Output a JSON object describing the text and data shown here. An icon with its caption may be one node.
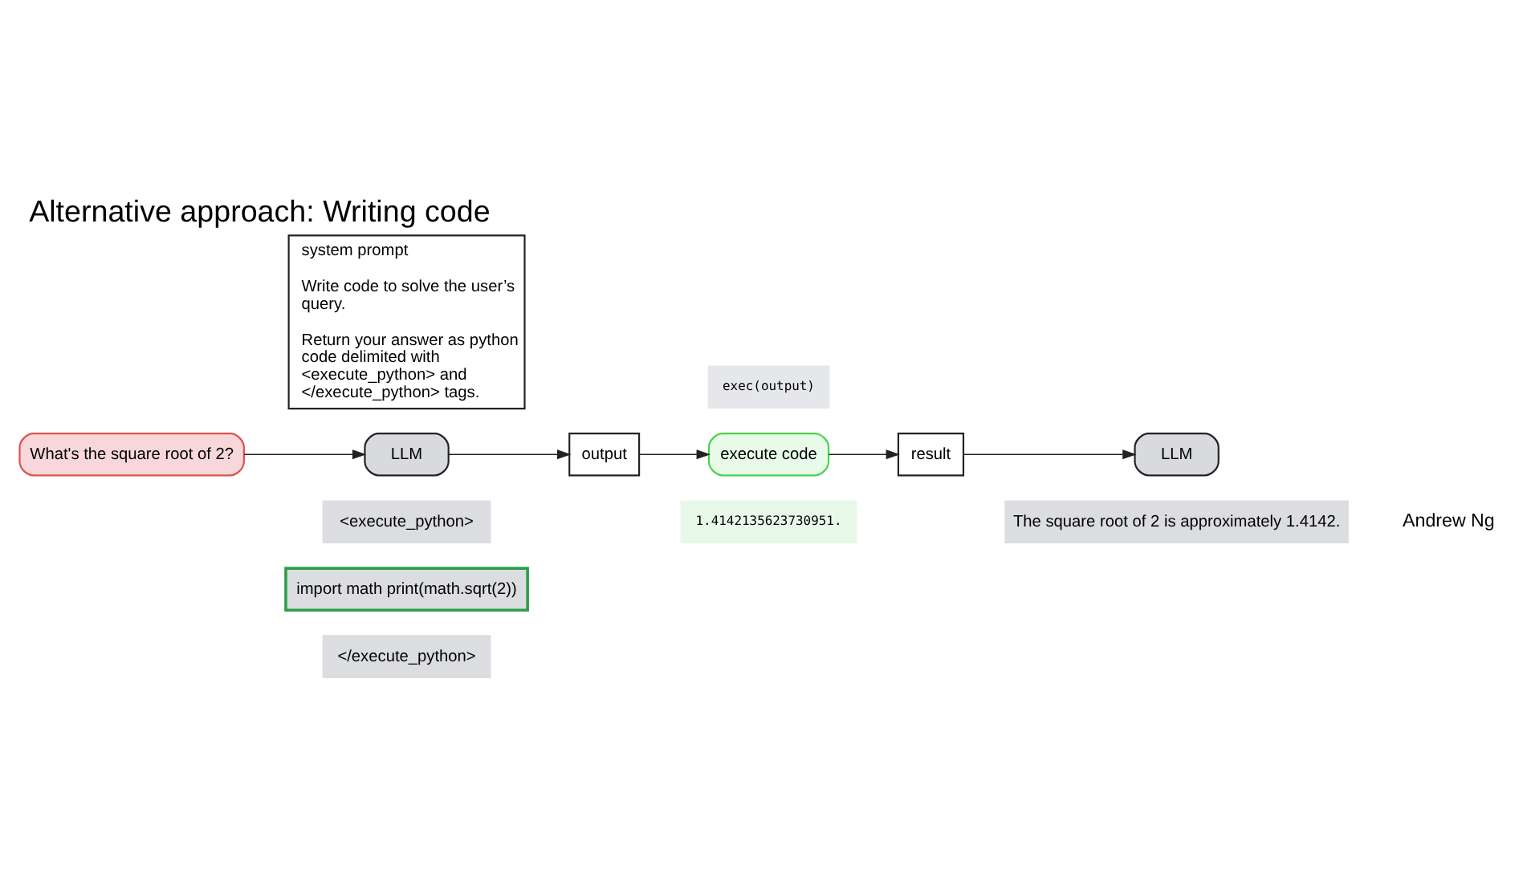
{
  "diagram": {
    "title": "Alternative approach: Writing code",
    "nodes": [
      {
        "text": [
          "system prompt",
          "Write code to solve the user’s query.",
          "Return your answer as python code delimited with <execute_python> and </execute_python> tags."
        ]
      },
      {
        "text": [
          "What's the square root of 2?"
        ]
      },
      {
        "text": [
          "LLM"
        ]
      },
      {
        "text": [
          "output"
        ]
      },
      {
        "text": [
          "execute code"
        ]
      },
      {
        "text": [
          "result"
        ]
      },
      {
        "text": [
          "LLM"
        ]
      },
      {
        "text": [
          "<execute_python>"
        ]
      },
      {
        "text": [
          "import math print(math.sqrt(2))"
        ]
      },
      {
        "text": [
          "</execute_python>"
        ]
      },
      {
        "text": [
          "exec(output)"
        ]
      },
      {
        "text": [
          "1.4142135623730951."
        ]
      },
      {
        "text": [
          "The square root of 2 is approximately 1.4142."
        ]
      }
    ],
    "edges": [
      {
        "from": 1,
        "to": 2,
        "arrow": "to"
      },
      {
        "from": 2,
        "to": 3,
        "arrow": "to"
      },
      {
        "from": 3,
        "to": 4,
        "arrow": "to"
      },
      {
        "from": 4,
        "to": 5,
        "arrow": "to"
      },
      {
        "from": 5,
        "to": 6,
        "arrow": "to"
      }
    ],
    "labels": [
      "Andrew Ng"
    ]
  }
}
